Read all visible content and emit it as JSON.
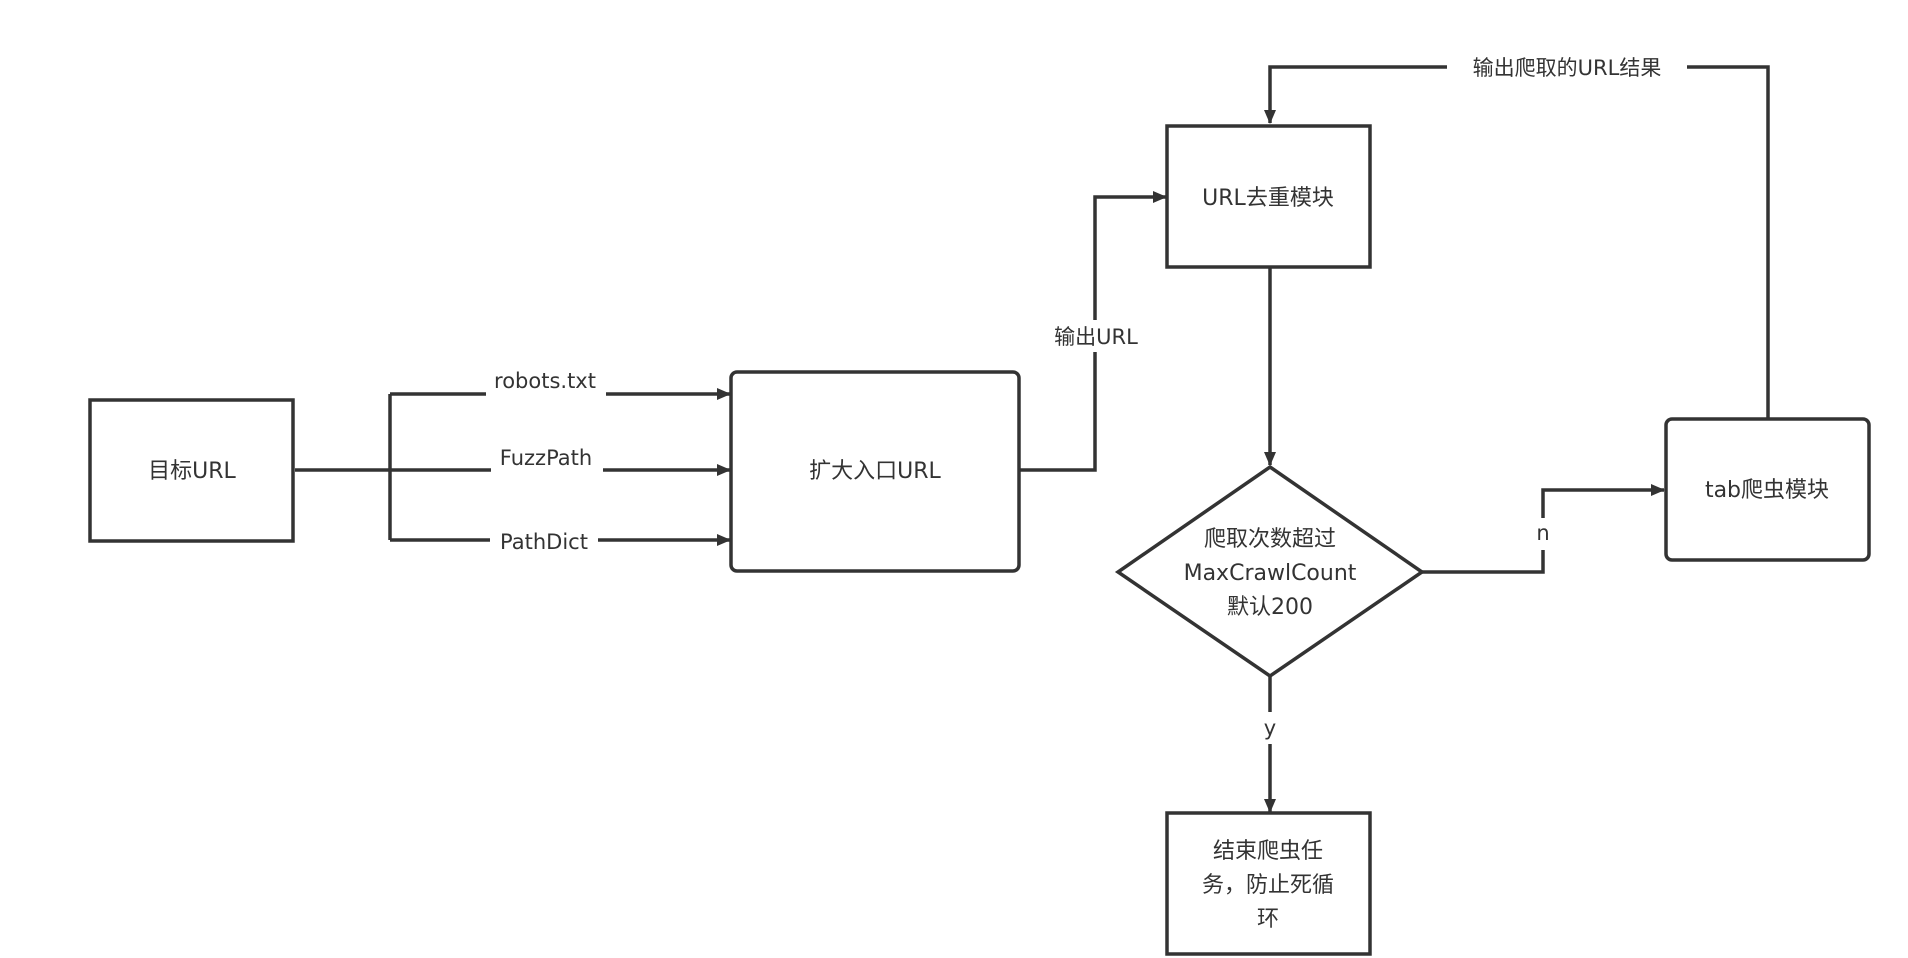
{
  "nodes": {
    "target_url": "目标URL",
    "expand_entry": "扩大入口URL",
    "dedup_module": "URL去重模块",
    "crawl_check": [
      "爬取次数超过",
      "MaxCrawlCount",
      "默认200"
    ],
    "tab_crawler": "tab爬虫模块",
    "end_task": [
      "结束爬虫任",
      "务，防止死循",
      "环"
    ]
  },
  "edge_labels": {
    "robots": "robots.txt",
    "fuzzpath": "FuzzPath",
    "pathdict": "PathDict",
    "output_url": "输出URL",
    "output_result": "输出爬取的URL结果",
    "yes": "y",
    "no": "n"
  },
  "colors": {
    "stroke": "#333333",
    "text": "#333333",
    "background": "#ffffff"
  }
}
